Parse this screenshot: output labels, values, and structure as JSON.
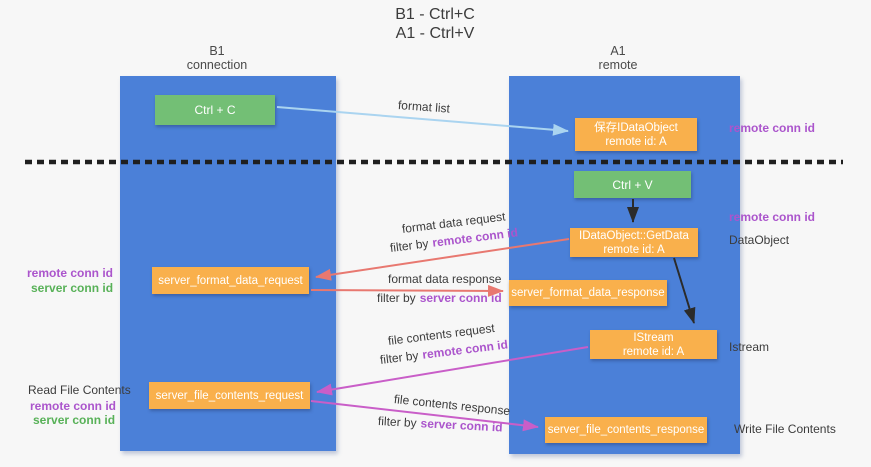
{
  "title": {
    "line1": "B1 - Ctrl+C",
    "line2": "A1 - Ctrl+V"
  },
  "columns": {
    "left": {
      "name": "B1",
      "subtitle": "connection"
    },
    "right": {
      "name": "A1",
      "subtitle": "remote"
    }
  },
  "nodes": {
    "ctrl_c": "Ctrl + C",
    "ctrl_v": "Ctrl + V",
    "save_dataobject": {
      "line1": "保存IDataObject",
      "line2": "remote id: A"
    },
    "getdata": {
      "line1": "IDataObject::GetData",
      "line2": "remote id: A"
    },
    "istream": {
      "line1": "IStream",
      "line2": "remote id: A"
    },
    "format_request": "server_format_data_request",
    "format_response": "server_format_data_response",
    "file_request": "server_file_contents_request",
    "file_response": "server_file_contents_response"
  },
  "side_labels": {
    "remote_conn_id": "remote conn id",
    "server_conn_id": "server conn id",
    "dataobject": "DataObject",
    "istream": "Istream",
    "read_file": "Read File Contents",
    "write_file": "Write File Contents"
  },
  "arrow_labels": {
    "format_list": "format list",
    "format_data_request": "format data request",
    "format_data_response": "format data response",
    "file_contents_request": "file contents request",
    "file_contents_response": "file contents response",
    "filter_by": "filter by"
  },
  "colors": {
    "column_blue": "#4b80d8",
    "node_green": "#73bf75",
    "node_orange": "#f9b04c",
    "arrow_light_blue": "#aad4f0",
    "arrow_salmon": "#e87870",
    "arrow_magenta": "#c95ec8",
    "arrow_black": "#2b2b2b",
    "text_purple": "#ab55cc",
    "text_green": "#58b158",
    "background": "#f7f7f7"
  }
}
